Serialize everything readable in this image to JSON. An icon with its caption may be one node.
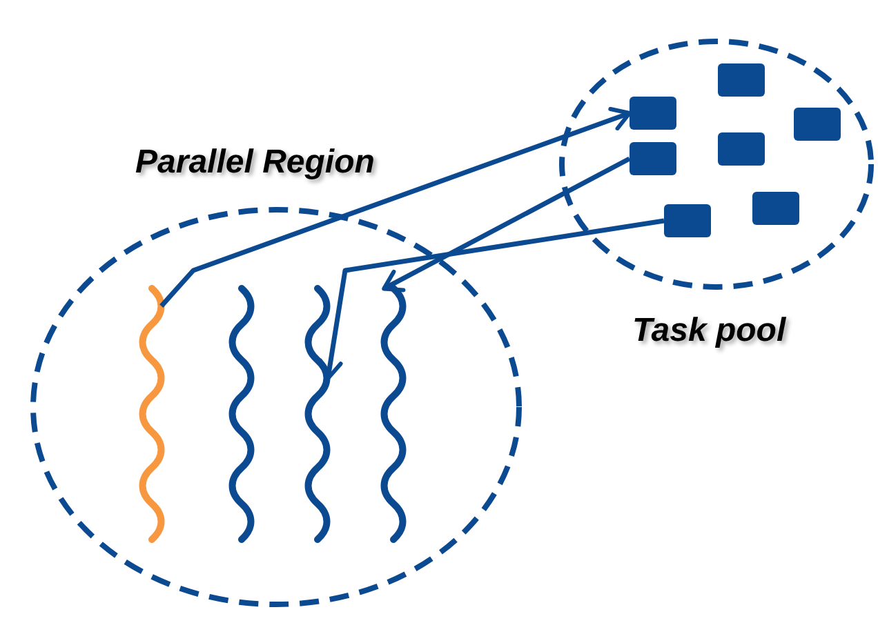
{
  "diagram": {
    "nodes": [
      {
        "text": [
          "Parallel Region"
        ]
      },
      {
        "text": [
          "Task pool"
        ]
      },
      {
        "text": [],
        "shape": "wave",
        "in": 0
      },
      {
        "text": [],
        "shape": "wave",
        "in": 0
      },
      {
        "text": [],
        "shape": "wave",
        "in": 0
      },
      {
        "text": [],
        "shape": "wave",
        "in": 0
      },
      {
        "text": [],
        "shape": "box",
        "in": 1
      },
      {
        "text": [],
        "shape": "box",
        "in": 1
      },
      {
        "text": [],
        "shape": "box",
        "in": 1
      },
      {
        "text": [],
        "shape": "box",
        "in": 1
      },
      {
        "text": [],
        "shape": "box",
        "in": 1
      },
      {
        "text": [],
        "shape": "box",
        "in": 1
      },
      {
        "text": [],
        "shape": "box",
        "in": 1
      }
    ],
    "edges": [
      {
        "from": 2,
        "to": 6,
        "arrow": "to"
      },
      {
        "from": 7,
        "to": 5,
        "arrow": "to"
      },
      {
        "from": 8,
        "to": 4,
        "arrow": "to"
      }
    ]
  }
}
